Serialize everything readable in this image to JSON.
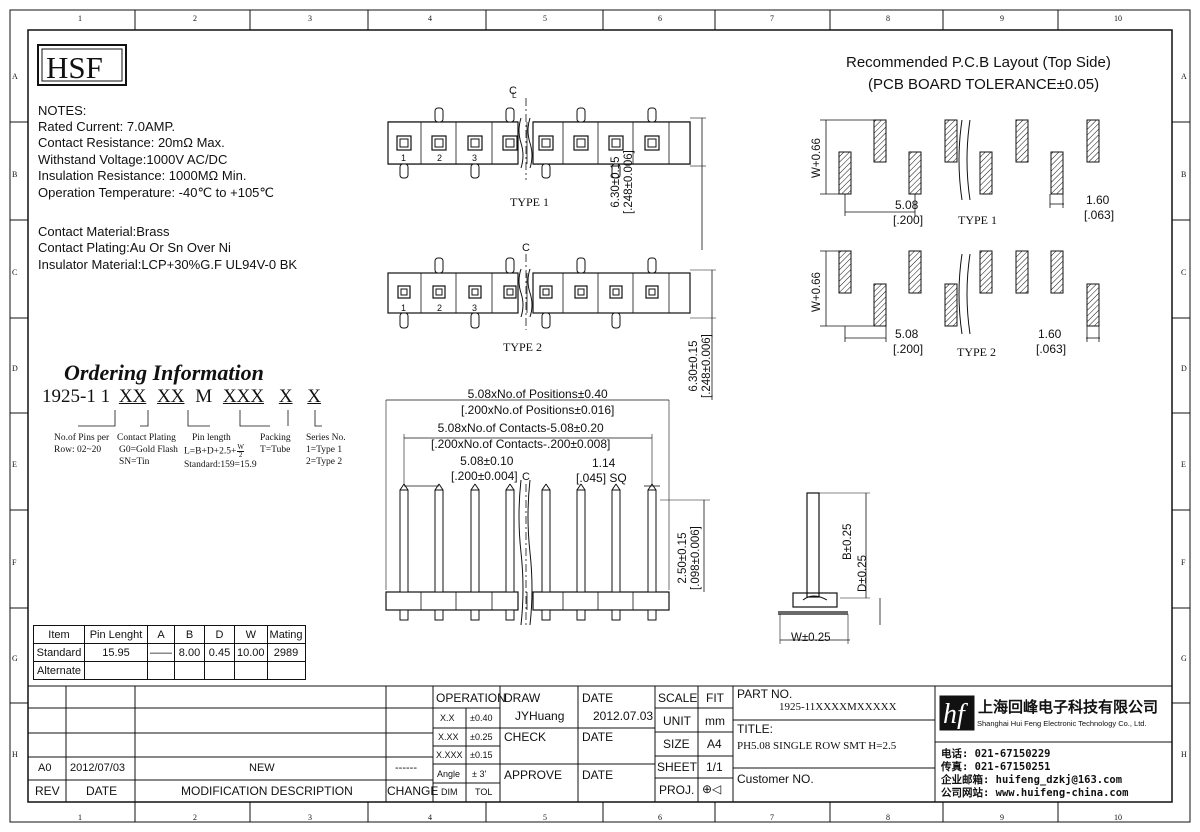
{
  "logo": {
    "text": "HSF"
  },
  "grid": {
    "columns": [
      "1",
      "2",
      "3",
      "4",
      "5",
      "6",
      "7",
      "8",
      "9",
      "10"
    ],
    "rows": [
      "A",
      "B",
      "C",
      "D",
      "E",
      "F",
      "G",
      "H"
    ]
  },
  "notes": {
    "heading": "NOTES:",
    "lines": [
      "Rated Current: 7.0AMP.",
      "Contact Resistance: 20mΩ Max.",
      "Withstand Voltage:1000V AC/DC",
      "Insulation Resistance: 1000MΩ Min.",
      "Operation Temperature: -40℃ to +105℃"
    ],
    "materials": [
      "Contact Material:Brass",
      "Contact Plating:Au Or Sn Over Ni",
      "Insulator Material:LCP+30%G.F UL94V-0 BK"
    ]
  },
  "ordering": {
    "title": "Ordering Information",
    "code_prefix": "1925-1 1",
    "code_xx1": "XX",
    "code_xx2": "XX",
    "code_m": "M",
    "code_xxx": "XXX",
    "code_x1": "X",
    "code_x2": "X",
    "legend": {
      "pins_1": "No.of Pins per",
      "pins_2": "Row: 02~20",
      "plating_1": "Contact Plating",
      "plating_2": "G0=Gold Flash",
      "plating_3": "SN=Tin",
      "pinlen_1": "Pin length",
      "pinlen_2": "L=B+D+2.5+",
      "pinlen_frac_num": "W",
      "pinlen_frac_den": "2",
      "pinlen_3": "Standard:159=15.9",
      "packing_1": "Packing",
      "packing_2": "T=Tube",
      "series_1": "Series No.",
      "series_2": "1=Type 1",
      "series_3": "2=Type 2"
    }
  },
  "drawing": {
    "cl": "C",
    "cl2": "L",
    "type1": "TYPE 1",
    "type2": "TYPE 2",
    "pin_nums": [
      "1",
      "2",
      "3"
    ],
    "dim_height_1": "6.30±0.15",
    "dim_height_1_in": "[.248±0.006]",
    "dim_height_2": "6.30±0.15",
    "dim_height_2_in": "[.248±0.006]",
    "dim_pos_1": "5.08xNo.of Positions±0.40",
    "dim_pos_2": "[.200xNo.of Positions±0.016]",
    "dim_contacts_1": "5.08xNo.of Contacts-5.08±0.20",
    "dim_contacts_2": "[.200xNo.of Contacts-.200±0.008]",
    "dim_pitch_1": "5.08±0.10",
    "dim_pitch_2": "[.200±0.004]",
    "dim_sq_1": "1.14",
    "dim_sq_2": "[.045]  SQ",
    "dim_pin_1": "2.50±0.15",
    "dim_pin_2": "[.098±0.006]",
    "side_b": "B±0.25",
    "side_d": "D±0.25",
    "side_w": "W±0.25"
  },
  "pcb": {
    "title_1": "Recommended P.C.B Layout (Top Side)",
    "title_2": "(PCB BOARD TOLERANCE±0.05)",
    "w_label": "W+0.66",
    "pitch_1": "5.08",
    "pitch_2": "[.200]",
    "pad_1": "1.60",
    "pad_2": "[.063]",
    "type1": "TYPE 1",
    "type2": "TYPE 2"
  },
  "pin_table": {
    "headers": [
      "Item",
      "Pin Lenght",
      "A",
      "B",
      "D",
      "W",
      "Mating"
    ],
    "rows": [
      [
        "Standard",
        "15.95",
        "——",
        "8.00",
        "0.45",
        "10.00",
        "2989"
      ],
      [
        "Alternate",
        "",
        "",
        "",
        "",
        "",
        ""
      ]
    ]
  },
  "title_block": {
    "rev_label": "REV",
    "date_label": "DATE",
    "mod_label": "MODIFICATION  DESCRIPTION",
    "change_label": "CHANGE",
    "rev_value": "A0",
    "date_value": "2012/07/03",
    "mod_value": "NEW",
    "change_value": "------",
    "operation": "OPERATION",
    "tol_rows": [
      [
        "X.X",
        "±0.40"
      ],
      [
        "X.XX",
        "±0.25"
      ],
      [
        "X.XXX",
        "±0.15"
      ],
      [
        "Angle",
        "± 3'"
      ]
    ],
    "dim": "DIM",
    "tol": "TOL",
    "draw": "DRAW",
    "draw_name": "JYHuang",
    "draw_date_label": "DATE",
    "draw_date": "2012.07.03",
    "check": "CHECK",
    "check_date": "DATE",
    "approve": "APPROVE",
    "approve_date": "DATE",
    "scale": "SCALE",
    "fit": "FIT",
    "unit": "UNIT",
    "unit_val": "mm",
    "size": "SIZE",
    "size_val": "A4",
    "sheet": "SHEET",
    "sheet_val": "1/1",
    "proj": "PROJ.",
    "part_no_label": "PART NO.",
    "part_no": "1925-11XXXXMXXXXX",
    "title_label": "TITLE:",
    "title": "PH5.08 SINGLE ROW SMT H=2.5",
    "customer": "Customer NO.",
    "company_cn": "上海回峰电子科技有限公司",
    "company_en": "Shanghai Hui Feng Electronic Technology Co., Ltd.",
    "tel": "电话: 021-67150229",
    "fax": "传真: 021-67150251",
    "email": "企业邮箱: huifeng_dzkj@163.com",
    "web": "公司网站: www.huifeng-china.com"
  }
}
